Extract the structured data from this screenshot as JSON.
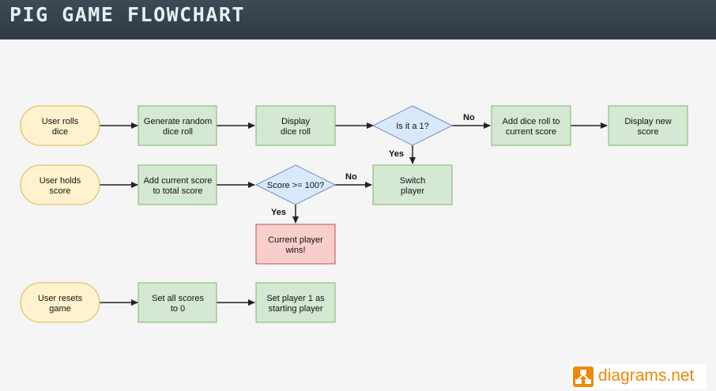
{
  "header": {
    "title": "PIG GAME FLOWCHART"
  },
  "colors": {
    "start": "#fff2cc",
    "start_stroke": "#d6b656",
    "process": "#d5e8d4",
    "process_stroke": "#82b366",
    "decision": "#dae8fc",
    "decision_stroke": "#6c8ebf",
    "terminal": "#f8cecc",
    "terminal_stroke": "#b85450",
    "brand": "#f08705"
  },
  "nodes": {
    "user_rolls": {
      "lines": [
        "User rolls",
        "dice"
      ]
    },
    "generate_roll": {
      "lines": [
        "Generate random",
        "dice roll"
      ]
    },
    "display_roll": {
      "lines": [
        "Display",
        "dice roll"
      ]
    },
    "is_one": {
      "lines": [
        "Is it a 1?"
      ]
    },
    "add_roll": {
      "lines": [
        "Add dice roll to",
        "current score"
      ]
    },
    "display_score": {
      "lines": [
        "Display new",
        "score"
      ]
    },
    "user_holds": {
      "lines": [
        "User holds",
        "score"
      ]
    },
    "add_current": {
      "lines": [
        "Add current score",
        "to total score"
      ]
    },
    "score_check": {
      "lines": [
        "Score >= 100?"
      ]
    },
    "switch_player": {
      "lines": [
        "Switch",
        "player"
      ]
    },
    "player_wins": {
      "lines": [
        "Current player",
        "wins!"
      ]
    },
    "user_resets": {
      "lines": [
        "User resets",
        "game"
      ]
    },
    "set_scores": {
      "lines": [
        "Set all scores",
        "to 0"
      ]
    },
    "set_player": {
      "lines": [
        "Set player 1 as",
        "starting player"
      ]
    }
  },
  "edge_labels": {
    "is_one_no": "No",
    "is_one_yes": "Yes",
    "score_no": "No",
    "score_yes": "Yes"
  },
  "brand": {
    "text": "diagrams.net",
    "icon": "diagrams-logo-icon"
  }
}
